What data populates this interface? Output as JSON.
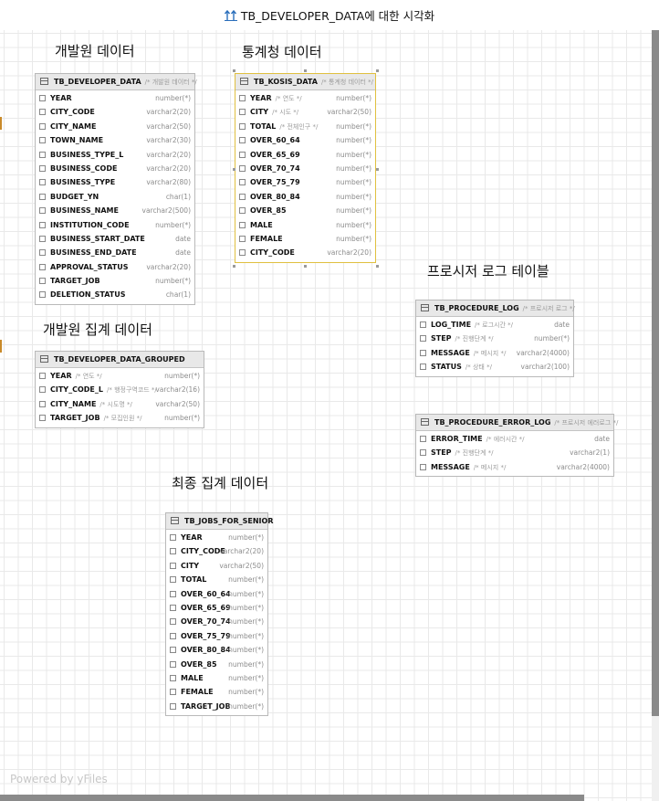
{
  "header": {
    "title": "TB_DEVELOPER_DATA에 대한 시각화"
  },
  "groups": {
    "developer": "개발원 데이터",
    "kosis": "통계청 데이터",
    "developer_grouped": "개발원 집계 데이터",
    "final": "최종 집계 데이터",
    "procedure_log": "프로시저 로그 테이블"
  },
  "tables": {
    "developer": {
      "name": "TB_DEVELOPER_DATA",
      "comment": "/* 개발원 데이터 */",
      "columns": [
        {
          "name": "YEAR",
          "comment": "",
          "type": "number(*)"
        },
        {
          "name": "CITY_CODE",
          "comment": "",
          "type": "varchar2(20)"
        },
        {
          "name": "CITY_NAME",
          "comment": "",
          "type": "varchar2(50)"
        },
        {
          "name": "TOWN_NAME",
          "comment": "",
          "type": "varchar2(30)"
        },
        {
          "name": "BUSINESS_TYPE_L",
          "comment": "",
          "type": "varchar2(20)"
        },
        {
          "name": "BUSINESS_CODE",
          "comment": "",
          "type": "varchar2(20)"
        },
        {
          "name": "BUSINESS_TYPE",
          "comment": "",
          "type": "varchar2(80)"
        },
        {
          "name": "BUDGET_YN",
          "comment": "",
          "type": "char(1)"
        },
        {
          "name": "BUSINESS_NAME",
          "comment": "",
          "type": "varchar2(500)"
        },
        {
          "name": "INSTITUTION_CODE",
          "comment": "",
          "type": "number(*)"
        },
        {
          "name": "BUSINESS_START_DATE",
          "comment": "",
          "type": "date"
        },
        {
          "name": "BUSINESS_END_DATE",
          "comment": "",
          "type": "date"
        },
        {
          "name": "APPROVAL_STATUS",
          "comment": "",
          "type": "varchar2(20)"
        },
        {
          "name": "TARGET_JOB",
          "comment": "",
          "type": "number(*)"
        },
        {
          "name": "DELETION_STATUS",
          "comment": "",
          "type": "char(1)"
        }
      ]
    },
    "kosis": {
      "name": "TB_KOSIS_DATA",
      "comment": "/* 통계청 데이터 */",
      "columns": [
        {
          "name": "YEAR",
          "comment": "/* 연도 */",
          "type": "number(*)"
        },
        {
          "name": "CITY",
          "comment": "/* 시도 */",
          "type": "varchar2(50)"
        },
        {
          "name": "TOTAL",
          "comment": "/* 전체인구 */",
          "type": "number(*)"
        },
        {
          "name": "OVER_60_64",
          "comment": "",
          "type": "number(*)"
        },
        {
          "name": "OVER_65_69",
          "comment": "",
          "type": "number(*)"
        },
        {
          "name": "OVER_70_74",
          "comment": "",
          "type": "number(*)"
        },
        {
          "name": "OVER_75_79",
          "comment": "",
          "type": "number(*)"
        },
        {
          "name": "OVER_80_84",
          "comment": "",
          "type": "number(*)"
        },
        {
          "name": "OVER_85",
          "comment": "",
          "type": "number(*)"
        },
        {
          "name": "MALE",
          "comment": "",
          "type": "number(*)"
        },
        {
          "name": "FEMALE",
          "comment": "",
          "type": "number(*)"
        },
        {
          "name": "CITY_CODE",
          "comment": "",
          "type": "varchar2(20)"
        }
      ]
    },
    "developer_grouped": {
      "name": "TB_DEVELOPER_DATA_GROUPED",
      "comment": "",
      "columns": [
        {
          "name": "YEAR",
          "comment": "/* 연도 */",
          "type": "number(*)"
        },
        {
          "name": "CITY_CODE_L",
          "comment": "/* 행정구역코드 */",
          "type": "varchar2(16)"
        },
        {
          "name": "CITY_NAME",
          "comment": "/* 시도명 */",
          "type": "varchar2(50)"
        },
        {
          "name": "TARGET_JOB",
          "comment": "/* 모집인원 */",
          "type": "number(*)"
        }
      ]
    },
    "procedure_log": {
      "name": "TB_PROCEDURE_LOG",
      "comment": "/* 프로시저 로그 */",
      "columns": [
        {
          "name": "LOG_TIME",
          "comment": "/* 로그시간 */",
          "type": "date"
        },
        {
          "name": "STEP",
          "comment": "/* 진행단계 */",
          "type": "number(*)"
        },
        {
          "name": "MESSAGE",
          "comment": "/* 메시지 */",
          "type": "varchar2(4000)"
        },
        {
          "name": "STATUS",
          "comment": "/* 상태 */",
          "type": "varchar2(100)"
        }
      ]
    },
    "procedure_error_log": {
      "name": "TB_PROCEDURE_ERROR_LOG",
      "comment": "/* 프로시저 에러로그 */",
      "columns": [
        {
          "name": "ERROR_TIME",
          "comment": "/* 에러시간 */",
          "type": "date"
        },
        {
          "name": "STEP",
          "comment": "/* 진행단계 */",
          "type": "varchar2(1)"
        },
        {
          "name": "MESSAGE",
          "comment": "/* 메시지 */",
          "type": "varchar2(4000)"
        }
      ]
    },
    "jobs_for_senior": {
      "name": "TB_JOBS_FOR_SENIOR",
      "comment": "",
      "columns": [
        {
          "name": "YEAR",
          "comment": "",
          "type": "number(*)"
        },
        {
          "name": "CITY_CODE",
          "comment": "",
          "type": "varchar2(20)"
        },
        {
          "name": "CITY",
          "comment": "",
          "type": "varchar2(50)"
        },
        {
          "name": "TOTAL",
          "comment": "",
          "type": "number(*)"
        },
        {
          "name": "OVER_60_64",
          "comment": "",
          "type": "number(*)"
        },
        {
          "name": "OVER_65_69",
          "comment": "",
          "type": "number(*)"
        },
        {
          "name": "OVER_70_74",
          "comment": "",
          "type": "number(*)"
        },
        {
          "name": "OVER_75_79",
          "comment": "",
          "type": "number(*)"
        },
        {
          "name": "OVER_80_84",
          "comment": "",
          "type": "number(*)"
        },
        {
          "name": "OVER_85",
          "comment": "",
          "type": "number(*)"
        },
        {
          "name": "MALE",
          "comment": "",
          "type": "number(*)"
        },
        {
          "name": "FEMALE",
          "comment": "",
          "type": "number(*)"
        },
        {
          "name": "TARGET_JOB",
          "comment": "",
          "type": "number(*)"
        }
      ]
    }
  },
  "footer": {
    "powered_by": "Powered by yFiles"
  }
}
